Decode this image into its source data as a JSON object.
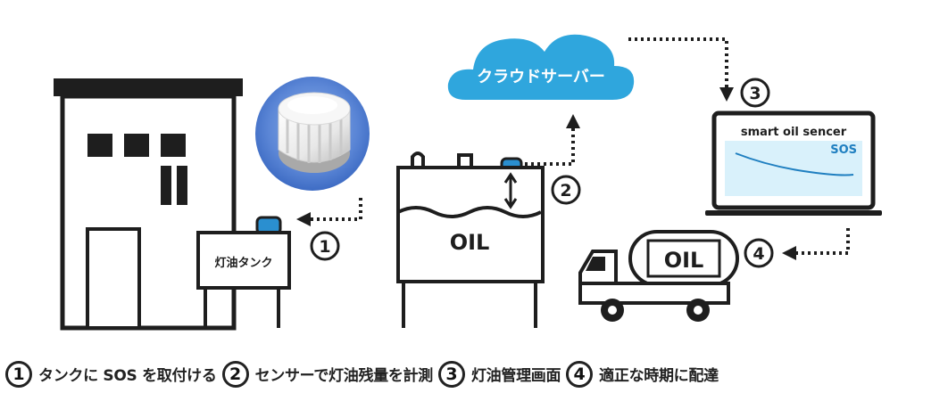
{
  "labels": {
    "cloud": "クラウドサーバー",
    "tank_label": "灯油タンク",
    "oil_tank": "OIL",
    "oil_truck": "OIL",
    "monitor_title": "smart oil sencer",
    "monitor_sos": "SOS"
  },
  "markers": [
    "1",
    "2",
    "3",
    "4"
  ],
  "steps": [
    {
      "num": "1",
      "text": "タンクに SOS を取付ける"
    },
    {
      "num": "2",
      "text": "センサーで灯油残量を計測"
    },
    {
      "num": "3",
      "text": "灯油管理画面"
    },
    {
      "num": "4",
      "text": "適正な時期に配達"
    }
  ],
  "colors": {
    "cloud": "#2fa6dd",
    "sensor_blue": "#2a8fd0",
    "line": "#1e1e1e",
    "screen": "#d9f1fb",
    "graph": "#1f7fc0"
  }
}
